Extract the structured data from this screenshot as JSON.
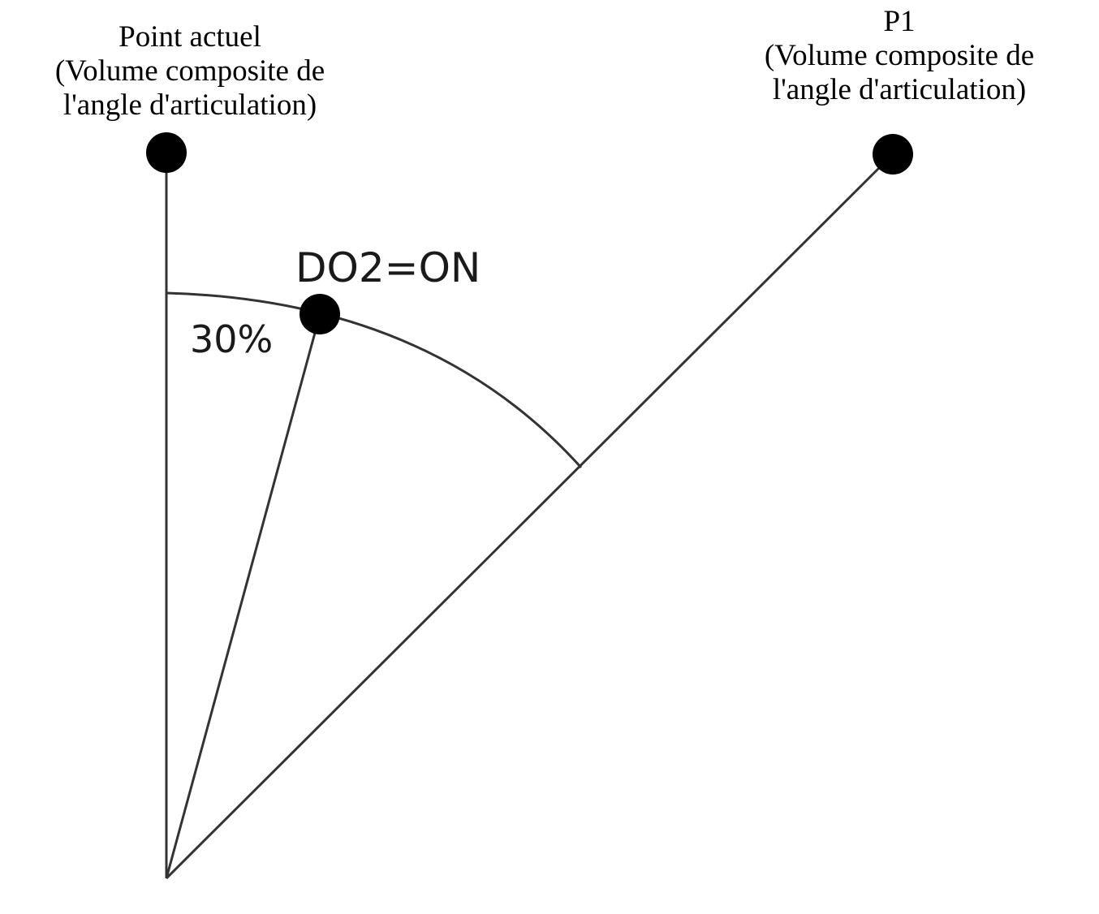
{
  "current_point": {
    "lines": [
      "Point actuel",
      "(Volume composite de",
      "l'angle d'articulation)"
    ]
  },
  "target_point": {
    "lines": [
      "P1",
      "(Volume composite de",
      "l'angle d'articulation)"
    ]
  },
  "trigger": {
    "output_label": "DO2=ON",
    "percent_label": "30%"
  }
}
